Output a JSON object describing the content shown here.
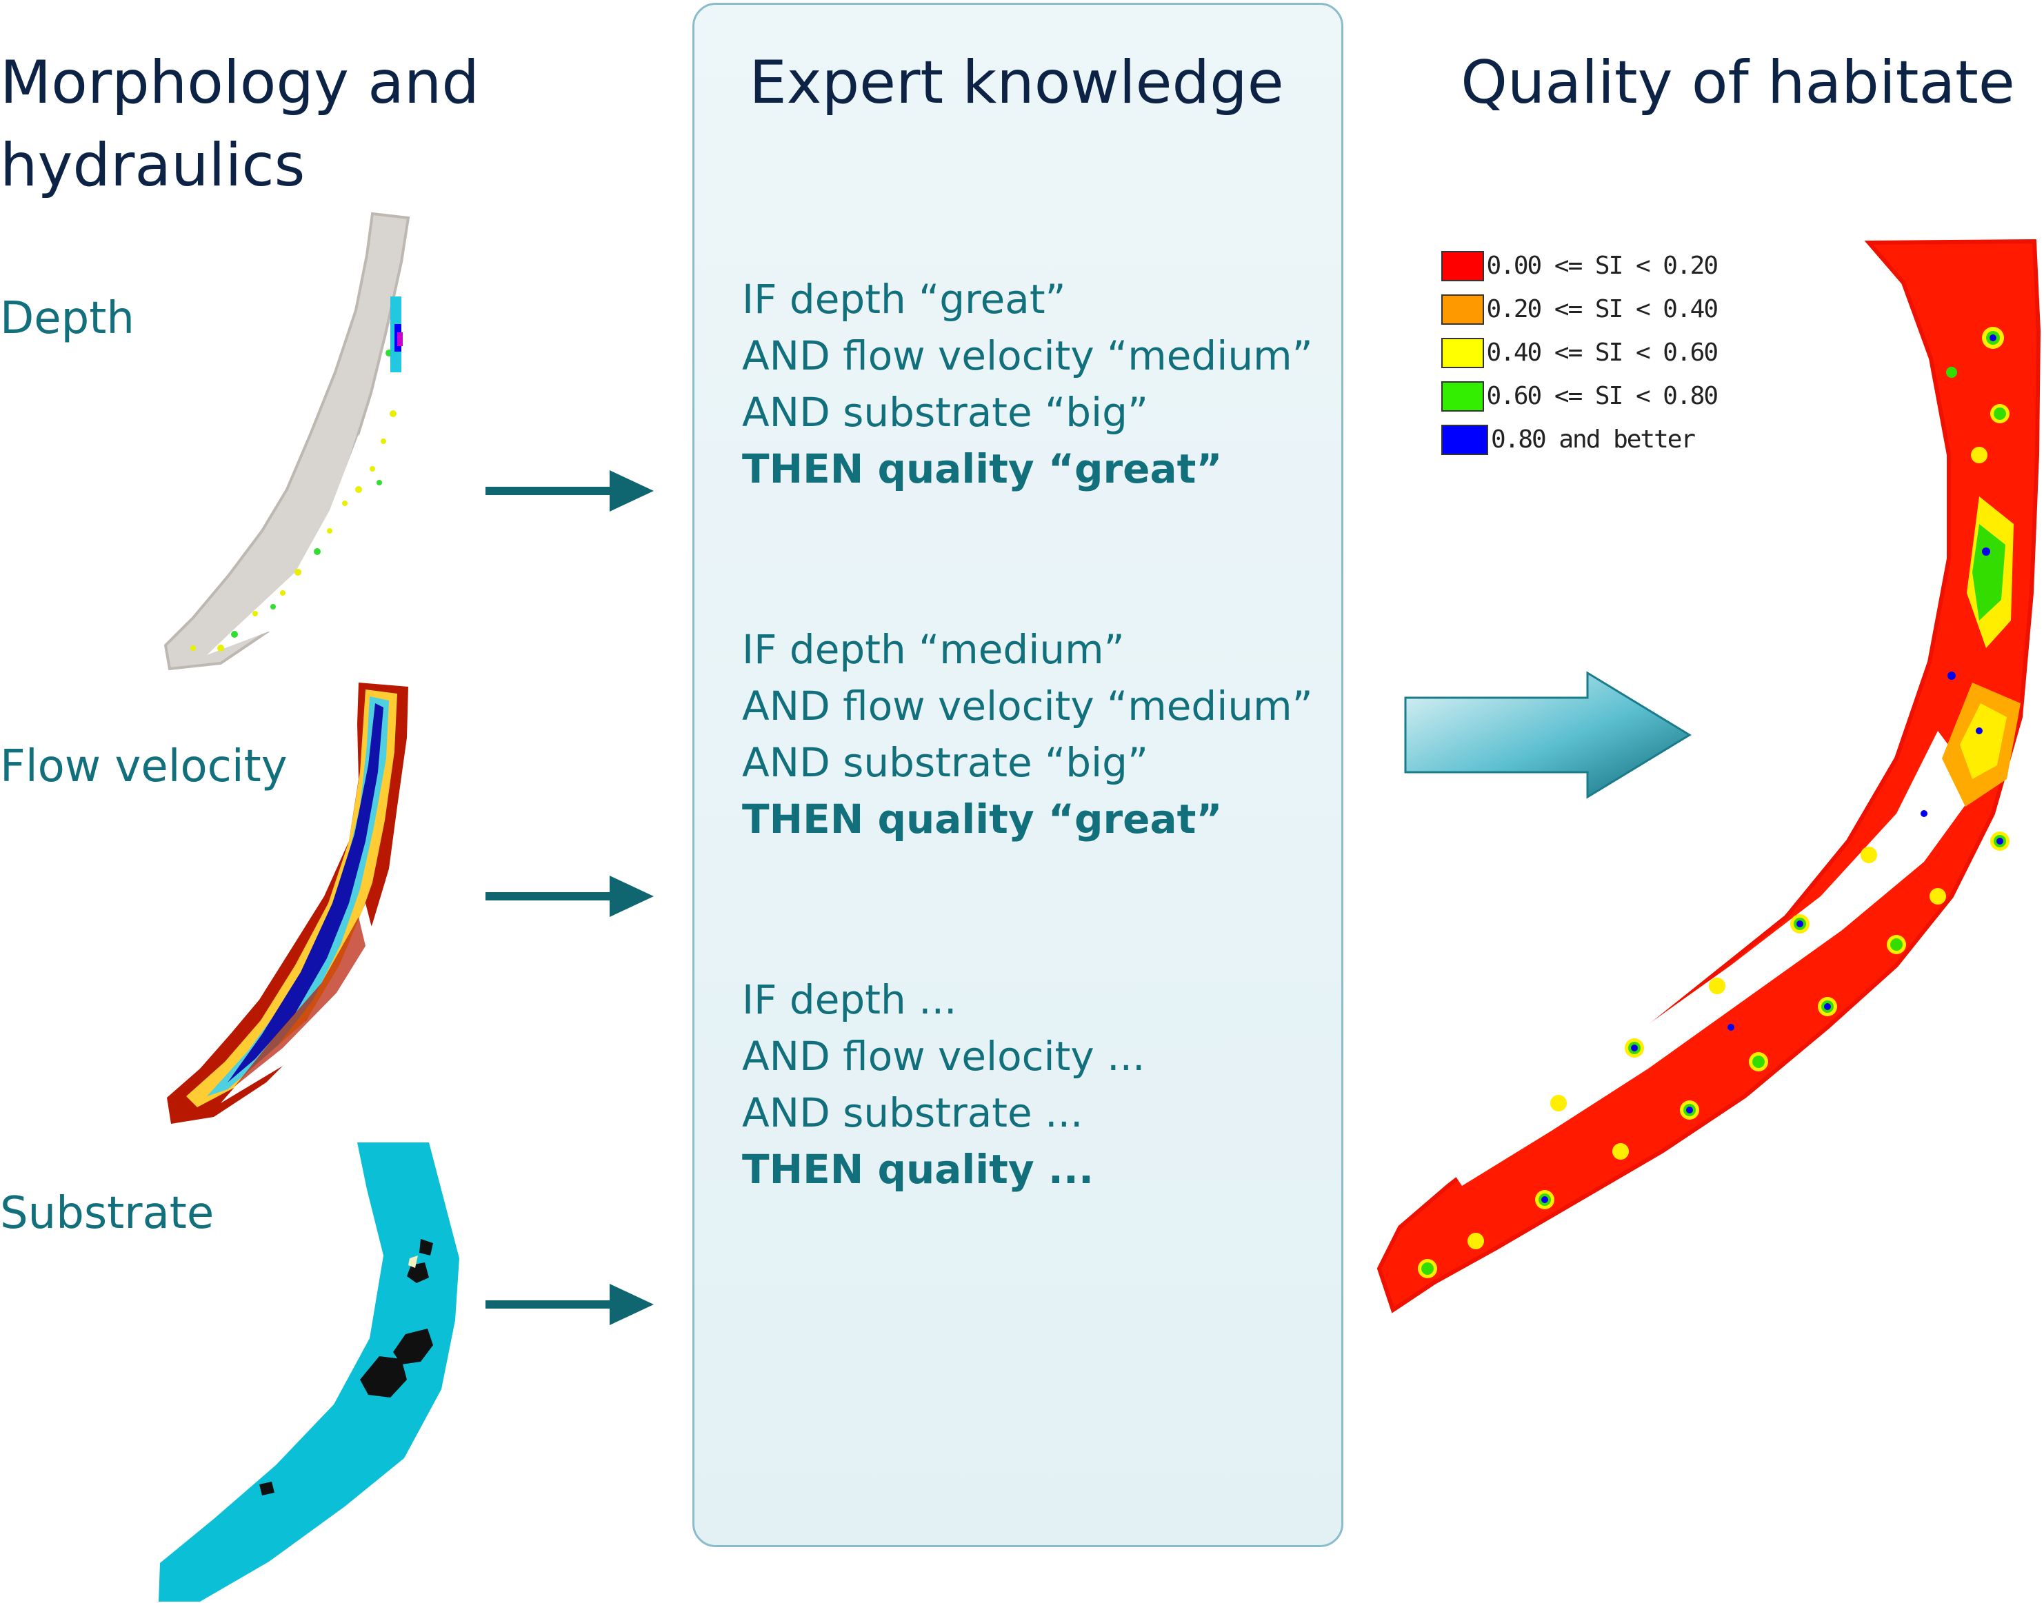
{
  "headings": {
    "left": "Morphology and hydraulics",
    "middle": "Expert knowledge",
    "right": "Quality of habitate"
  },
  "inputs": [
    {
      "label": "Depth"
    },
    {
      "label": "Flow velocity"
    },
    {
      "label": "Substrate"
    }
  ],
  "rules": [
    {
      "lines": [
        "IF depth “great”",
        "AND flow velocity “medium”",
        "AND substrate “big”"
      ],
      "then": "THEN quality “great”"
    },
    {
      "lines": [
        "IF depth “medium”",
        "AND flow velocity “medium”",
        "AND substrate “big”"
      ],
      "then": "THEN quality “great”"
    },
    {
      "lines": [
        "IF depth ...",
        "AND flow velocity ...",
        "AND substrate ..."
      ],
      "then": "THEN quality ..."
    }
  ],
  "legend": [
    {
      "text": "0.00 <= SI < 0.20",
      "color": "#ff0000"
    },
    {
      "text": "0.20 <= SI < 0.40",
      "color": "#ff9900"
    },
    {
      "text": "0.40 <= SI < 0.60",
      "color": "#ffff00"
    },
    {
      "text": "0.60 <= SI < 0.80",
      "color": "#33ee00"
    },
    {
      "text": "0.80 and better",
      "color": "#0000ff"
    }
  ],
  "colors": {
    "heading": "#0d2346",
    "label": "#12707c",
    "arrow": "#0f6670",
    "substrate": "#0bbfd6",
    "depth_base": "#d8d4d0"
  }
}
